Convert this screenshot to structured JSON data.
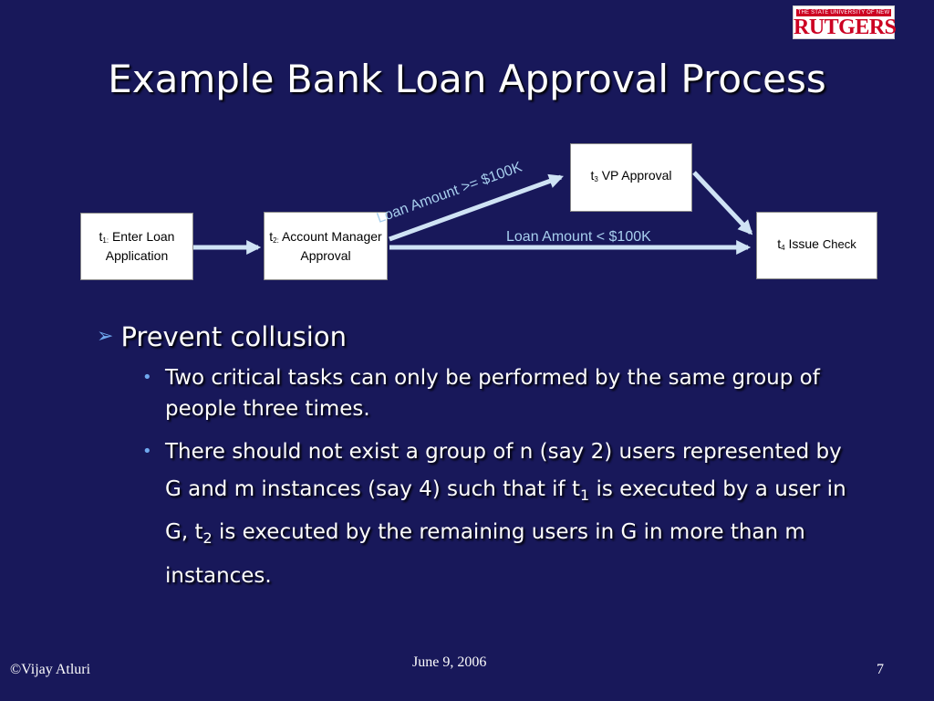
{
  "logo": {
    "top_text": "THE STATE UNIVERSITY OF NEW JERSEY",
    "name": "RUTGERS"
  },
  "title": "Example Bank Loan Approval Process",
  "diagram": {
    "t1": {
      "sym": "t",
      "sub": "1:",
      "label": " Enter Loan Application"
    },
    "t2": {
      "sym": "t",
      "sub": "2:",
      "label": " Account Manager Approval"
    },
    "t3": {
      "sym": "t",
      "sub": "3",
      "label": " VP Approval"
    },
    "t4": {
      "sym": "t",
      "sub": "4",
      "label_a": " Issue ",
      "label_b": "Check"
    },
    "edge_high": "Loan Amount >= $100K",
    "edge_low": "Loan Amount < $100K"
  },
  "bullet": "Prevent collusion",
  "sub1": "Two critical tasks can only be performed by the same group of people three times.",
  "sub2": {
    "p1": "There should not exist a group of n (say 2) users represented by G and m instances (say 4) such that if t",
    "s1": "1",
    "p2": " is executed by a user in G, t",
    "s2": "2",
    "p3": " is executed by the remaining users in G in more than m instances."
  },
  "footer": {
    "author": "©Vijay Atluri",
    "date": "June 9, 2006",
    "page": "7"
  },
  "colors": {
    "background": "#18185a",
    "arrow": "#cfe3f5",
    "label": "#a8cfee",
    "bullet": "#6fa8ee",
    "logo_red": "#cc0022"
  }
}
